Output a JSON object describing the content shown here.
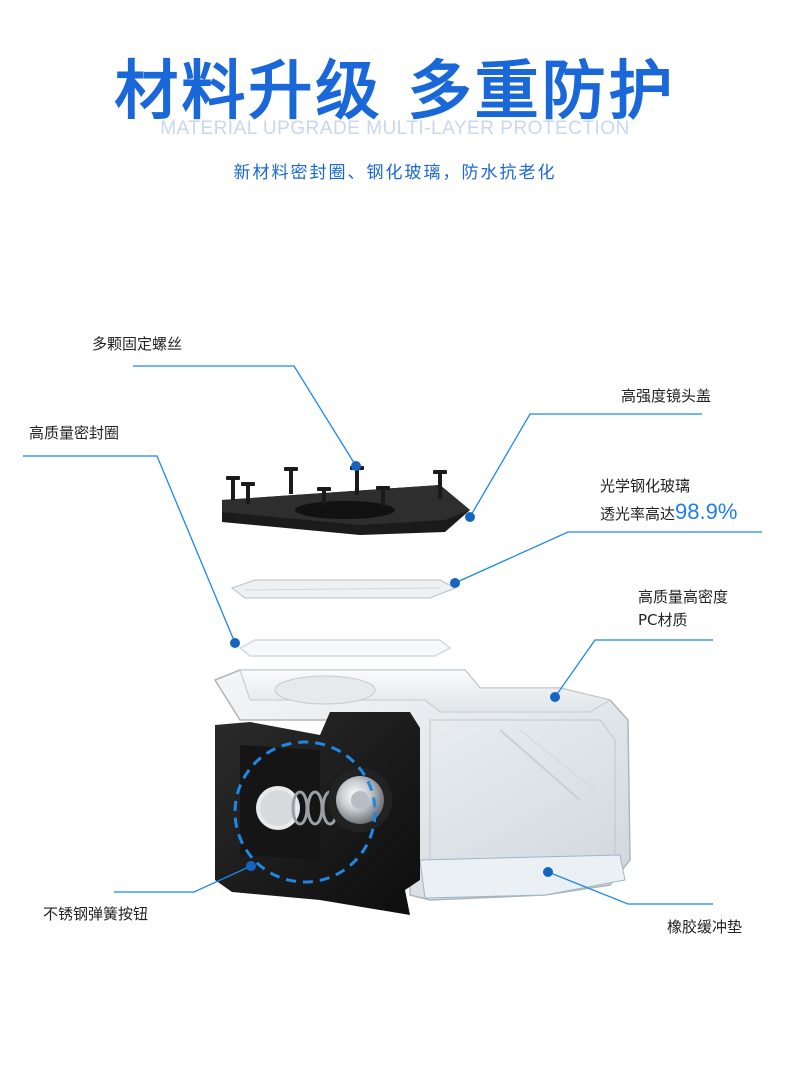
{
  "header": {
    "title": "材料升级 多重防护",
    "subtitle_en": "MATERIAL UPGRADE MULTI-LAYER PROTECTION",
    "tagline": "新材料密封圈、钢化玻璃，防水抗老化"
  },
  "callouts": {
    "screws": "多颗固定螺丝",
    "lens_cover": "高强度镜头盖",
    "seal_ring": "高质量密封圈",
    "glass_line1": "光学钢化玻璃",
    "glass_line2": "透光率高达",
    "glass_percent": "98.9%",
    "pc_line1": "高质量高密度",
    "pc_line2": "PC材质",
    "button": "不锈钢弹簧按钮",
    "cushion": "橡胶缓冲垫"
  },
  "colors": {
    "accent": "#1967d8",
    "leader": "#1e88e5",
    "dot": "#1565c0"
  }
}
